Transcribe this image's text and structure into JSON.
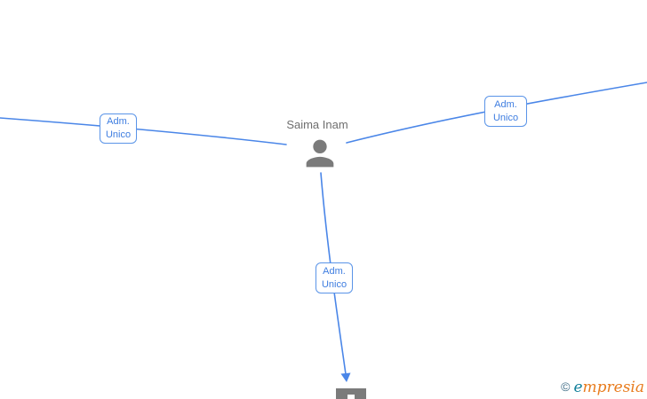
{
  "diagram": {
    "person": {
      "name": "Saima Inam"
    },
    "edge_labels": {
      "left": {
        "line1": "Adm.",
        "line2": "Unico"
      },
      "right": {
        "line1": "Adm.",
        "line2": "Unico"
      },
      "bottom": {
        "line1": "Adm.",
        "line2": "Unico"
      }
    },
    "icons": {
      "center_node": "person-icon",
      "bottom_node": "company-building-icon"
    }
  },
  "watermark": {
    "symbol": "©",
    "brand_initial": "e",
    "brand_rest": "mpresia"
  },
  "colors": {
    "edge_blue": "#4a86e8",
    "label_border_blue": "#5a94e8",
    "label_text_blue": "#3e7de0",
    "node_gray": "#7b7b7b",
    "name_text_gray": "#6f6f6f",
    "watermark_copyright": "#3d6b85",
    "watermark_initial_teal": "#13809b",
    "watermark_brand_orange": "#e87c1e",
    "background": "#ffffff"
  }
}
